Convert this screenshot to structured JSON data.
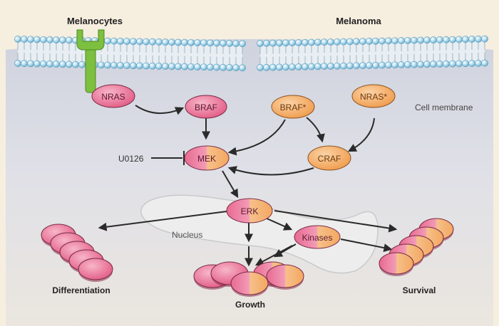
{
  "headings": {
    "left": "Melanocytes",
    "right": "Melanoma"
  },
  "labels": {
    "cell_membrane": "Cell membrane",
    "inhibitor": "U0126",
    "nucleus": "Nucleus",
    "differentiation": "Differentiation",
    "growth": "Growth",
    "survival": "Survival"
  },
  "nodes": {
    "nras": "NRAS",
    "braf": "BRAF",
    "braf_mut": "BRAF*",
    "nras_mut": "NRAS*",
    "mek": "MEK",
    "craf": "CRAF",
    "erk": "ERK",
    "kinases": "Kinases"
  },
  "colors": {
    "background": "#f6eedf",
    "cell_interior": "#dedfe6",
    "pink": "#e86a92",
    "orange": "#f3a760",
    "receptor": "#7dbf3f",
    "membrane_bead": "#a8d8ee"
  }
}
